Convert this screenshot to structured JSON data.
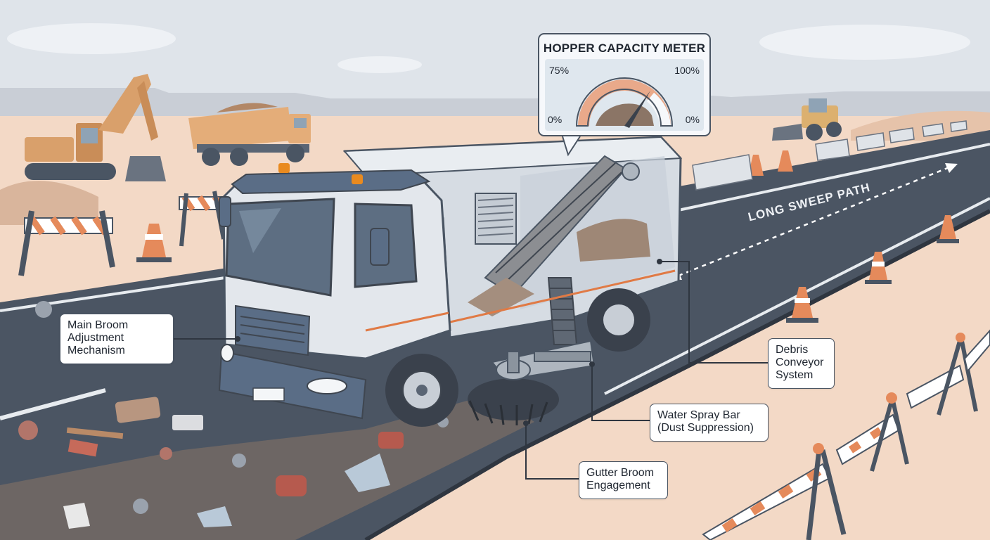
{
  "meter": {
    "title": "HOPPER CAPACITY METER",
    "label_top_left": "75%",
    "label_top_right": "100%",
    "label_bottom_left": "0%",
    "label_bottom_right": "0%"
  },
  "path_label": "LONG SWEEP PATH",
  "callouts": {
    "main_broom": [
      "Main Broom",
      "Adjustment",
      "Mechanism"
    ],
    "conveyor": [
      "Debris",
      "Conveyor",
      "System"
    ],
    "water_spray": [
      "Water Spray Bar",
      "(Dust Suppression)"
    ],
    "gutter_broom": [
      "Gutter Broom",
      "Engagement"
    ]
  },
  "colors": {
    "sky": "#dfe4ea",
    "sand": "#f3d9c6",
    "road": "#4b5563",
    "truck_body": "#e3e7ec",
    "truck_trim": "#5a6d86",
    "accent_orange": "#e07a45",
    "beacon": "#e98a1f"
  }
}
